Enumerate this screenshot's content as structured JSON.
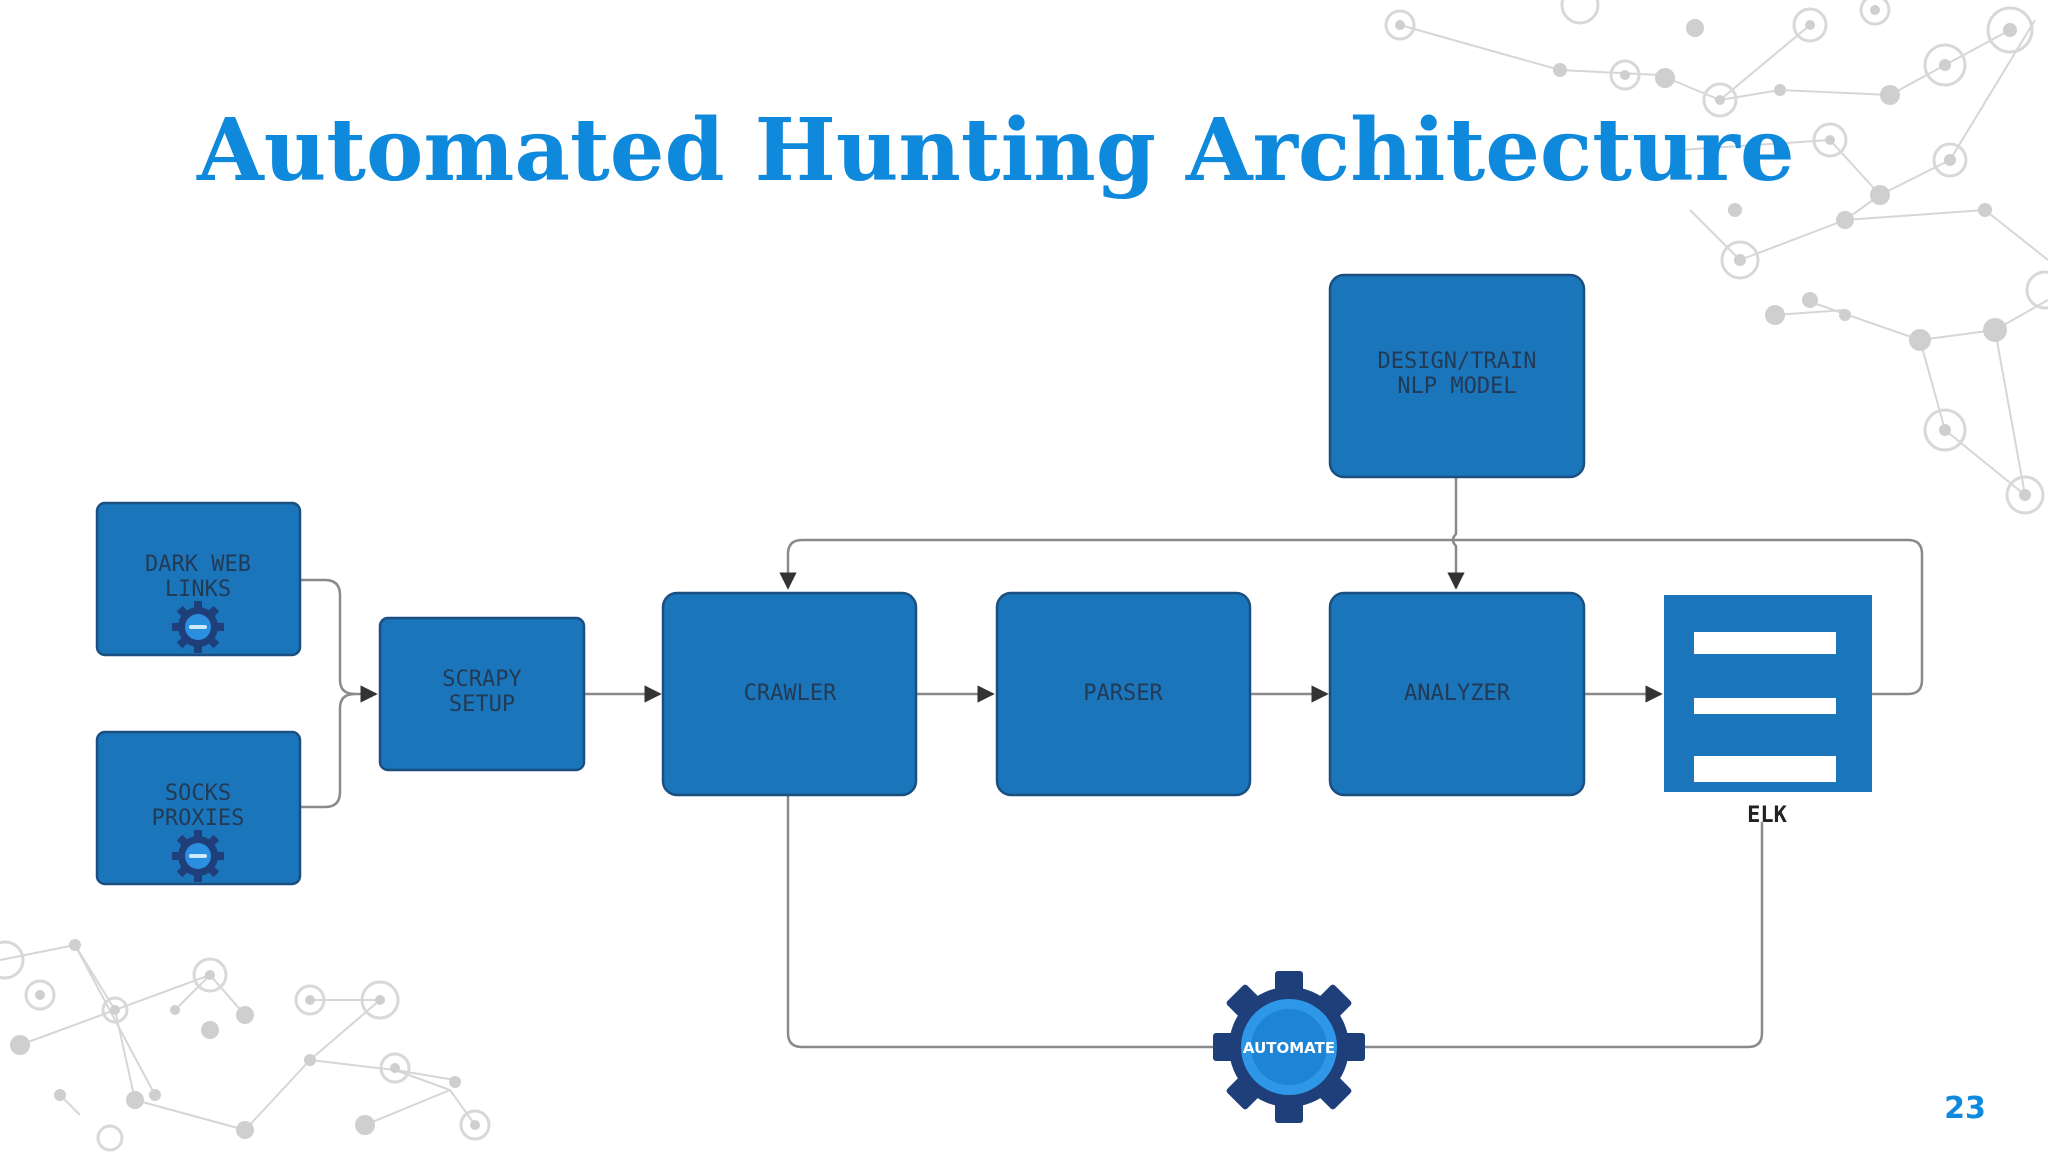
{
  "slide": {
    "title": "Automated Hunting Architecture",
    "page_number": "23"
  },
  "diagram": {
    "nodes": {
      "dark_web_links": {
        "line1": "DARK WEB",
        "line2": "LINKS"
      },
      "socks_proxies": {
        "line1": "SOCKS",
        "line2": "PROXIES"
      },
      "scrapy_setup": {
        "line1": "SCRAPY",
        "line2": "SETUP"
      },
      "crawler": {
        "label": "CRAWLER"
      },
      "parser": {
        "label": "PARSER"
      },
      "analyzer": {
        "label": "ANALYZER"
      },
      "design_train": {
        "line1": "DESIGN/TRAIN",
        "line2": "NLP MODEL"
      },
      "elk": {
        "label": "ELK"
      },
      "automate": {
        "label": "AUTOMATE"
      }
    }
  },
  "colors": {
    "title": "#0e89dc",
    "box_fill": "#1b75bb",
    "box_text": "#233a55",
    "gear": "#1e3f7a",
    "connector": "#8a8a8a"
  }
}
